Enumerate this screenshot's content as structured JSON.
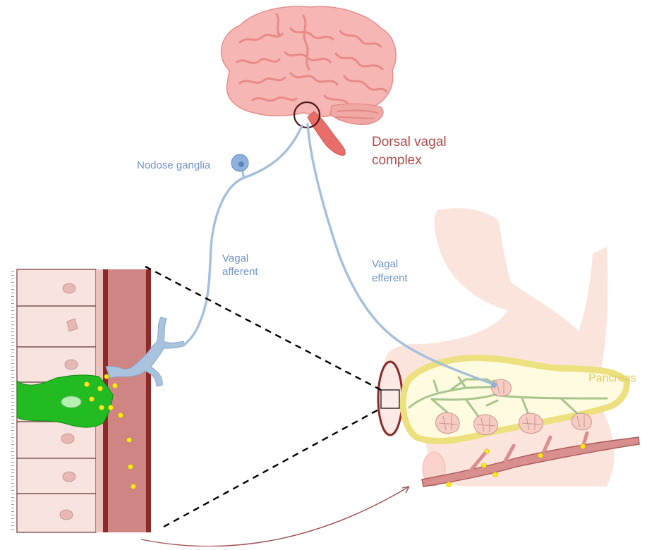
{
  "labels": {
    "nodose_ganglia": "Nodose ganglia",
    "dorsal_vagal_line1": "Dorsal vagal",
    "dorsal_vagal_line2": "complex",
    "vagal_afferent_line1": "Vagal",
    "vagal_afferent_line2": "afferent",
    "vagal_efferent_line1": "Vagal",
    "vagal_efferent_line2": "efferent",
    "pancreas": "Pancreas"
  },
  "colors": {
    "brain": "#f6b6b3",
    "brain_sulci": "#e98a87",
    "nerve": "#a5bfdc",
    "nerve_label": "#6f93c6",
    "dorsal_vagal_label": "#b04a4a",
    "stomach": "#fbe4dc",
    "pancreas_outline": "#efe28a",
    "pancreas_label": "#e3cb5c",
    "enteroendocrine_cell": "#22bb22",
    "secretory_granule": "#ffe81a",
    "vessel": "#c97b7a"
  }
}
